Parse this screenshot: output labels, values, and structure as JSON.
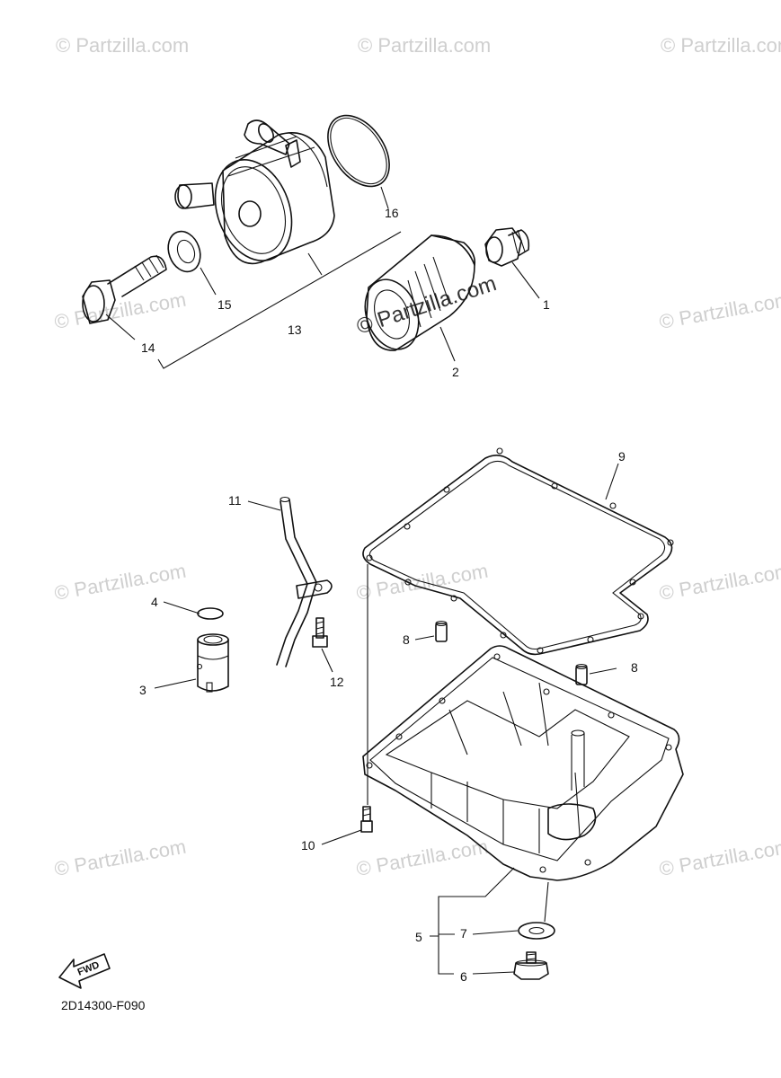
{
  "watermark": {
    "text": "© Partzilla.com"
  },
  "diagram_code": "2D14300-F090",
  "fwd_label": "FWD",
  "callouts": [
    {
      "id": "1",
      "label": "1"
    },
    {
      "id": "2",
      "label": "2"
    },
    {
      "id": "3",
      "label": "3"
    },
    {
      "id": "4",
      "label": "4"
    },
    {
      "id": "5",
      "label": "5"
    },
    {
      "id": "6",
      "label": "6"
    },
    {
      "id": "7",
      "label": "7"
    },
    {
      "id": "8a",
      "label": "8"
    },
    {
      "id": "8b",
      "label": "8"
    },
    {
      "id": "9",
      "label": "9"
    },
    {
      "id": "10",
      "label": "10"
    },
    {
      "id": "11",
      "label": "11"
    },
    {
      "id": "12",
      "label": "12"
    },
    {
      "id": "13",
      "label": "13"
    },
    {
      "id": "14",
      "label": "14"
    },
    {
      "id": "15",
      "label": "15"
    },
    {
      "id": "16",
      "label": "16"
    }
  ]
}
